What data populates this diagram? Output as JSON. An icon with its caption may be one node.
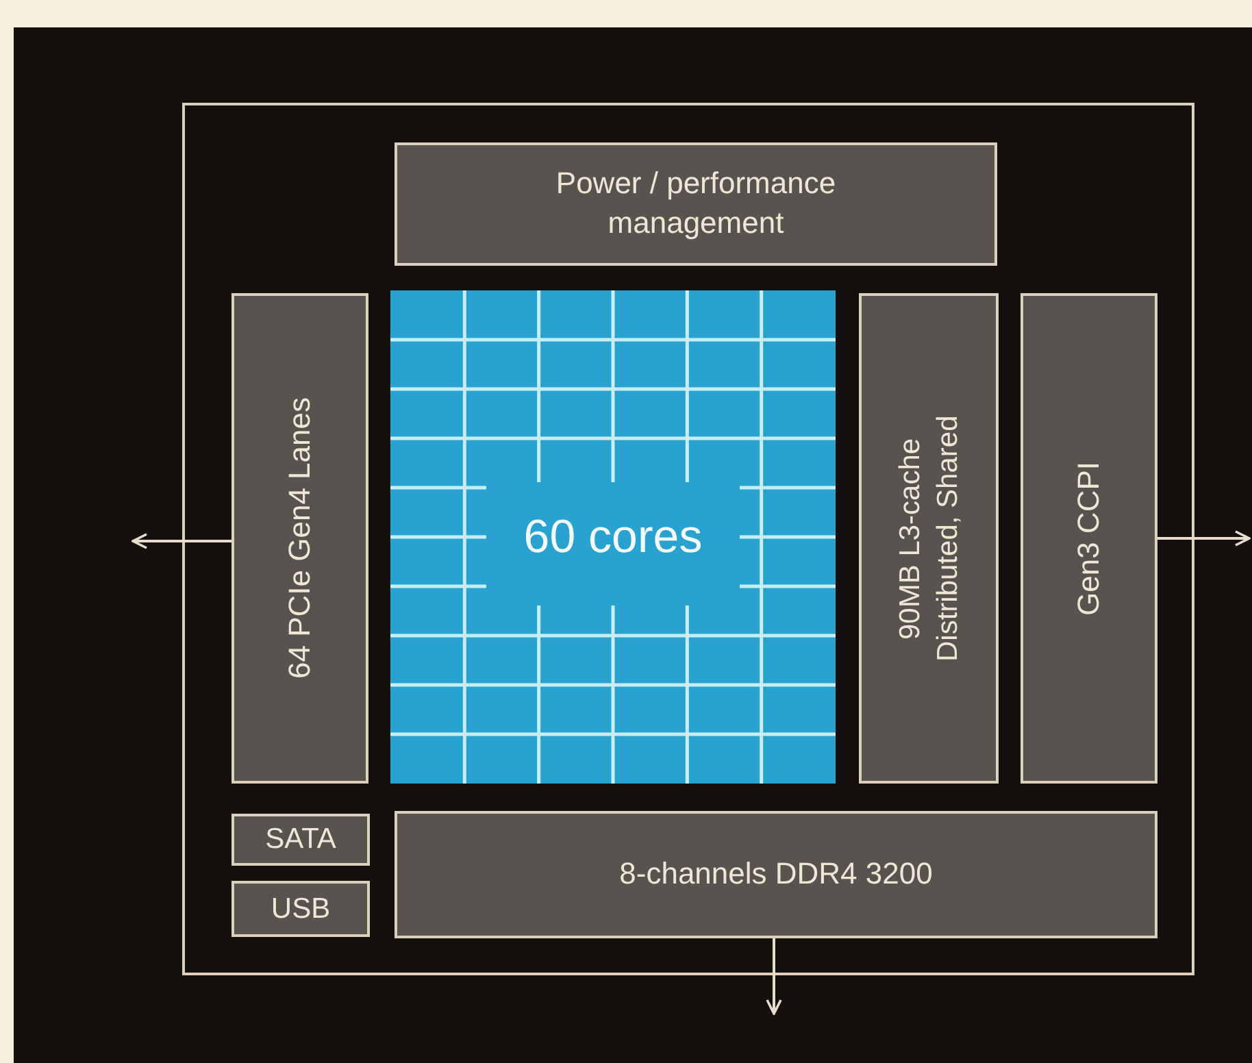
{
  "diagram": {
    "nodes": [
      {
        "text": [],
        "shape": "box"
      },
      {
        "text": [
          "Power / performance management"
        ],
        "in": 0
      },
      {
        "text": [
          "64 PCIe Gen4 Lanes"
        ],
        "in": 0
      },
      {
        "text": [
          "60 cores"
        ],
        "in": 0
      },
      {
        "text": [
          "90MB L3-cache Distributed, Shared"
        ],
        "in": 0
      },
      {
        "text": [
          "Gen3 CCPI"
        ],
        "in": 0
      },
      {
        "text": [
          "SATA"
        ],
        "in": 0
      },
      {
        "text": [
          "USB"
        ],
        "in": 0
      },
      {
        "text": [
          "8-channels DDR4 3200"
        ],
        "in": 0
      }
    ],
    "edges": [
      {
        "from": 2,
        "to": null,
        "arrow": "to"
      },
      {
        "from": 5,
        "to": null,
        "arrow": "to"
      },
      {
        "from": 8,
        "to": null,
        "arrow": "to"
      }
    ]
  }
}
